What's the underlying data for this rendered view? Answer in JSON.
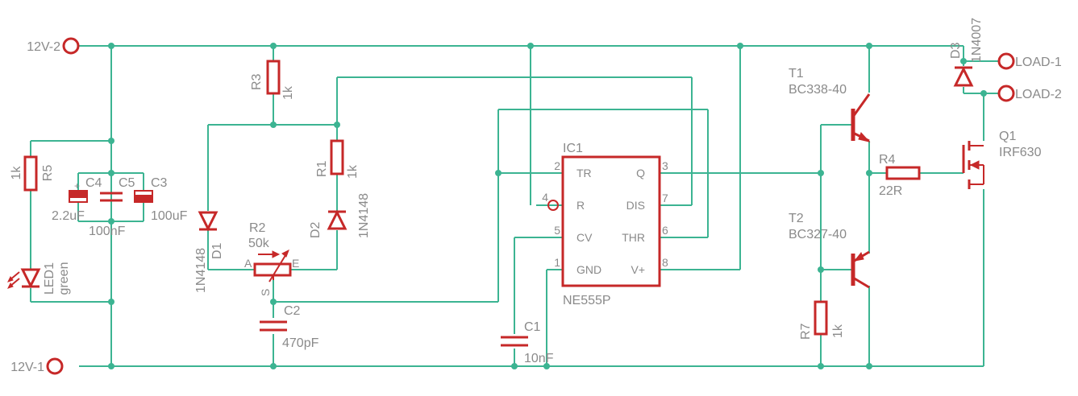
{
  "colors": {
    "wire": "#3cb492",
    "part": "#c62828",
    "text": "#8a8a8a",
    "background": "#ffffff"
  },
  "terminals": {
    "v12_2": "12V-2",
    "v12_1": "12V-1",
    "load1": "LOAD-1",
    "load2": "LOAD-2"
  },
  "parts": {
    "r5": {
      "ref": "R5",
      "value": "1k"
    },
    "c4": {
      "ref": "C4",
      "value": "2.2uF"
    },
    "c5": {
      "ref": "C5",
      "value": "100nF"
    },
    "c3": {
      "ref": "C3",
      "value": "100uF"
    },
    "led1": {
      "ref": "LED1",
      "value": "green"
    },
    "r3": {
      "ref": "R3",
      "value": "1k"
    },
    "r1": {
      "ref": "R1",
      "value": "1k"
    },
    "d1": {
      "ref": "D1",
      "value": "1N4148"
    },
    "d2": {
      "ref": "D2",
      "value": "1N4148"
    },
    "r2": {
      "ref": "R2",
      "value": "50k",
      "pin_a": "A",
      "pin_e": "E",
      "pin_s": "S"
    },
    "c2": {
      "ref": "C2",
      "value": "470pF"
    },
    "c1": {
      "ref": "C1",
      "value": "10nF"
    },
    "ic1": {
      "ref": "IC1",
      "value": "NE555P",
      "pins": {
        "tr": {
          "num": "2",
          "name": "TR"
        },
        "r": {
          "num": "4",
          "name": "R"
        },
        "cv": {
          "num": "5",
          "name": "CV"
        },
        "gnd": {
          "num": "1",
          "name": "GND"
        },
        "q": {
          "num": "3",
          "name": "Q"
        },
        "dis": {
          "num": "7",
          "name": "DIS"
        },
        "thr": {
          "num": "6",
          "name": "THR"
        },
        "vplus": {
          "num": "8",
          "name": "V+"
        }
      }
    },
    "t1": {
      "ref": "T1",
      "value": "BC338-40"
    },
    "t2": {
      "ref": "T2",
      "value": "BC327-40"
    },
    "r4": {
      "ref": "R4",
      "value": "22R"
    },
    "r7": {
      "ref": "R7",
      "value": "1k"
    },
    "q1": {
      "ref": "Q1",
      "value": "IRF630"
    },
    "d3": {
      "ref": "D3",
      "value": "1N4007"
    }
  }
}
